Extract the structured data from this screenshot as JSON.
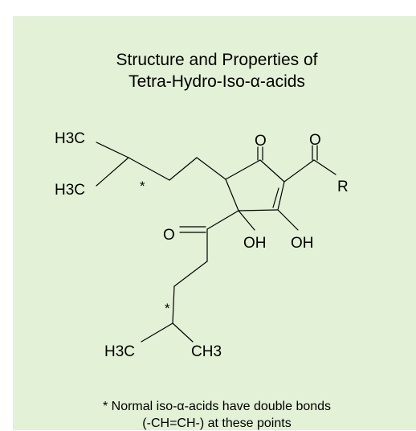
{
  "title": {
    "line1": "Structure and Properties of",
    "line2": "Tetra-Hydro-Iso-α-acids"
  },
  "molecule": {
    "labels": {
      "h3c_top": "H3C",
      "h3c_mid": "H3C",
      "h3c_bottom": "H3C",
      "ch3_bottom": "CH3",
      "o_ring": "O",
      "o_acyl": "O",
      "r_group": "R",
      "o_sidechain": "O",
      "oh_left": "OH",
      "oh_right": "OH",
      "asterisk_top": "*",
      "asterisk_bottom": "*"
    }
  },
  "footnote": {
    "line1": "* Normal iso-α-acids have double bonds",
    "line2": "(-CH=CH-) at these points"
  },
  "colors": {
    "panel_background": "#e3f1d7",
    "bond": "#000000",
    "text": "#000000"
  }
}
